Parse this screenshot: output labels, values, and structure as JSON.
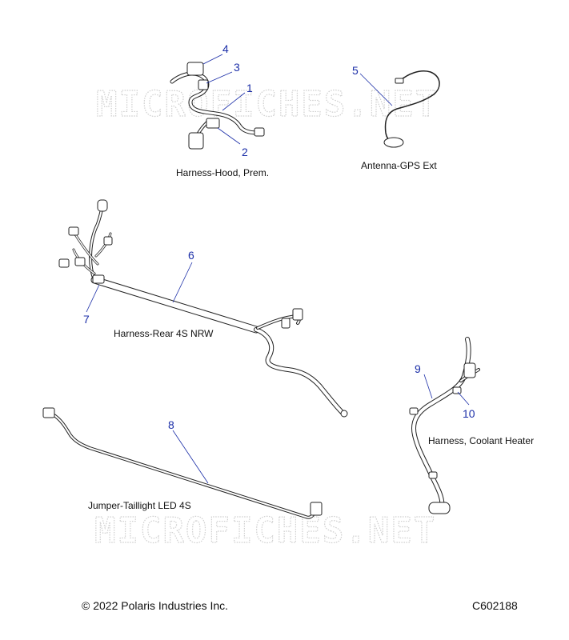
{
  "watermark": {
    "text": "MICROFICHES.NET"
  },
  "callouts": [
    "1",
    "2",
    "3",
    "4",
    "5",
    "6",
    "7",
    "8",
    "9",
    "10"
  ],
  "captions": {
    "harness_hood": "Harness-Hood, Prem.",
    "antenna_gps": "Antenna-GPS Ext",
    "harness_rear": "Harness-Rear 4S NRW",
    "jumper_taillight": "Jumper-Taillight LED 4S",
    "harness_coolant": "Harness, Coolant Heater"
  },
  "footer": {
    "copyright": "© 2022 Polaris Industries Inc.",
    "figure_code": "C602188"
  },
  "colors": {
    "callout": "#1c2fa8",
    "line": "#222222",
    "watermark": "#cfcfcf"
  }
}
